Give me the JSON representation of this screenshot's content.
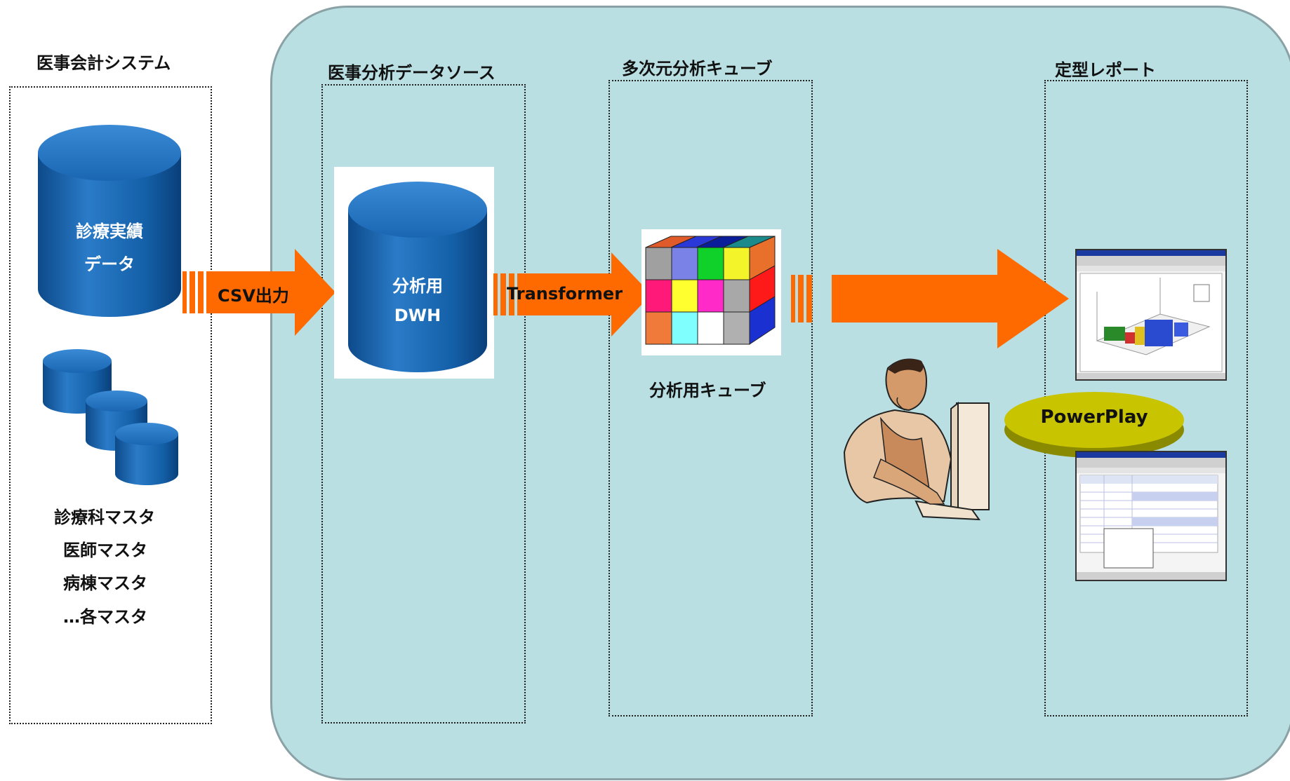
{
  "sections": {
    "accounting_system": "医事会計システム",
    "data_source": "医事分析データソース",
    "cube": "多次元分析キューブ",
    "reports": "定型レポート"
  },
  "clinical_data": {
    "line1": "診療実績",
    "line2": "データ"
  },
  "masters": [
    "診療科マスタ",
    "医師マスタ",
    "病棟マスタ",
    "…各マスタ"
  ],
  "dwh": {
    "line1": "分析用",
    "line2": "DWH"
  },
  "arrows": {
    "csv": "CSV出力",
    "transformer": "Transformer"
  },
  "cube_label": "分析用キューブ",
  "powerplay": "PowerPlay",
  "colors": {
    "panel": "#b9dfe3",
    "arrow": "#ff6a00",
    "cylinder": "#1565b0",
    "powerplay": "#c8c400"
  }
}
